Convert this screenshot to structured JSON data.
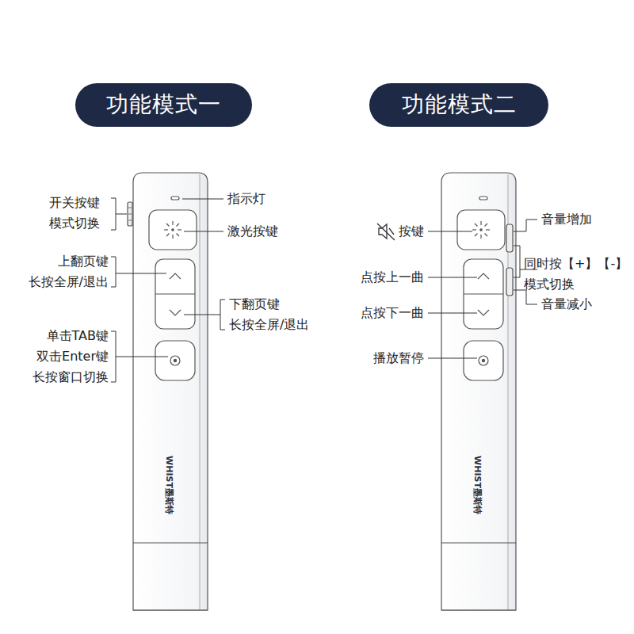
{
  "diagram": {
    "nodes": [
      {
        "text": [
          "功能模式一"
        ]
      },
      {
        "text": [
          "功能模式二"
        ]
      }
    ],
    "labels": [
      "开关按键 模式切换",
      "指示灯",
      "激光按键",
      "上翻页键 长按全屏/退出",
      "下翻页键 长按全屏/退出",
      "单击TAB键 双击Enter键 长按窗口切换",
      "WHIST墨斯特",
      "按键",
      "点按上一曲",
      "点按下一曲",
      "播放暂停",
      "音量增加",
      "同时按【+】【-】 模式切换",
      "音量减小",
      "WHIST墨斯特"
    ]
  }
}
